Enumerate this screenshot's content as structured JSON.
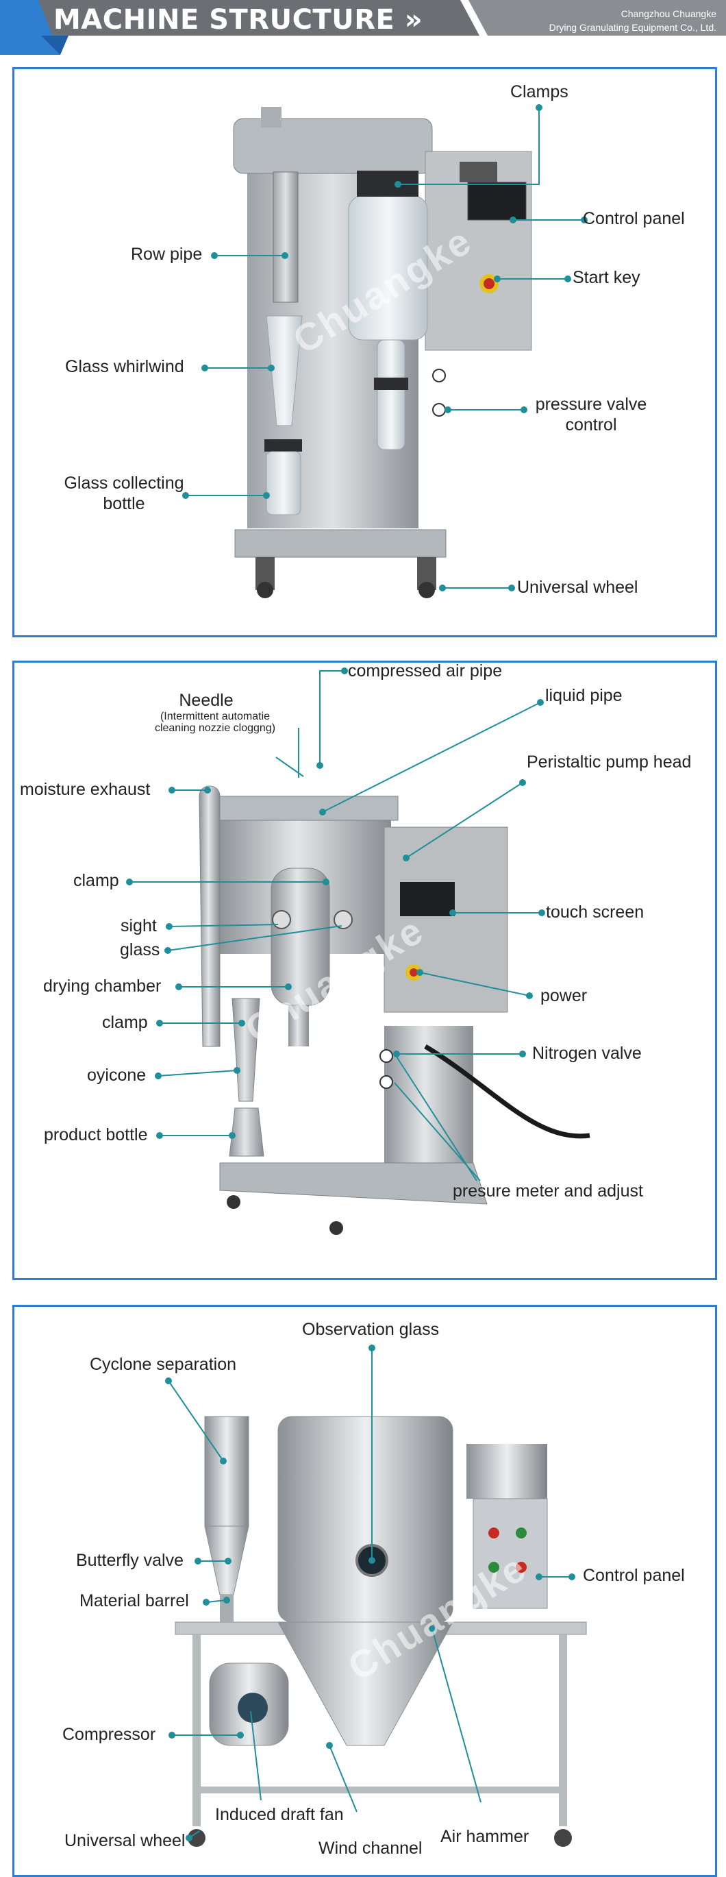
{
  "header": {
    "title": "MACHINE STRUCTURE »",
    "company_line1": "Changzhou Chuangke",
    "company_line2": "Drying Granulating Equipment Co., Ltd."
  },
  "watermark": "Chuangke",
  "panel1": {
    "clamps": "Clamps",
    "control_panel": "Control panel",
    "row_pipe": "Row pipe",
    "start_key": "Start key",
    "glass_whirlwind": "Glass whirlwind",
    "pressure_valve_1": "pressure valve",
    "pressure_valve_2": "control",
    "collecting_1": "Glass collecting",
    "collecting_2": "bottle",
    "universal_wheel": "Universal wheel"
  },
  "panel2": {
    "compressed_air_pipe": "compressed air pipe",
    "liquid_pipe": "liquid pipe",
    "needle": "Needle",
    "needle_sub1": "(Intermittent automatie",
    "needle_sub2": "cleaning nozzie cloggng)",
    "moisture_exhaust": "moisture exhaust",
    "peristaltic": "Peristaltic pump head",
    "clamp_top": "clamp",
    "sight": "sight",
    "glass": "glass",
    "touch_screen": "touch screen",
    "drying_chamber": "drying chamber",
    "power": "power",
    "clamp_bottom": "clamp",
    "nitrogen_valve": "Nitrogen valve",
    "oyicone": "oyicone",
    "product_bottle": "product bottle",
    "presure_meter": "presure meter and adjust"
  },
  "panel3": {
    "observation_glass": "Observation glass",
    "cyclone_separation": "Cyclone separation",
    "butterfly_valve": "Butterfly valve",
    "control_panel": "Control panel",
    "material_barrel": "Material barrel",
    "compressor": "Compressor",
    "induced_draft_fan": "Induced draft fan",
    "air_hammer": "Air hammer",
    "universal_wheel": "Universal wheel",
    "wind_channel": "Wind channel"
  },
  "colors": {
    "accent_blue": "#2f7fd0",
    "header_gray": "#6b6e72",
    "leader_teal": "#1f8f9a"
  }
}
